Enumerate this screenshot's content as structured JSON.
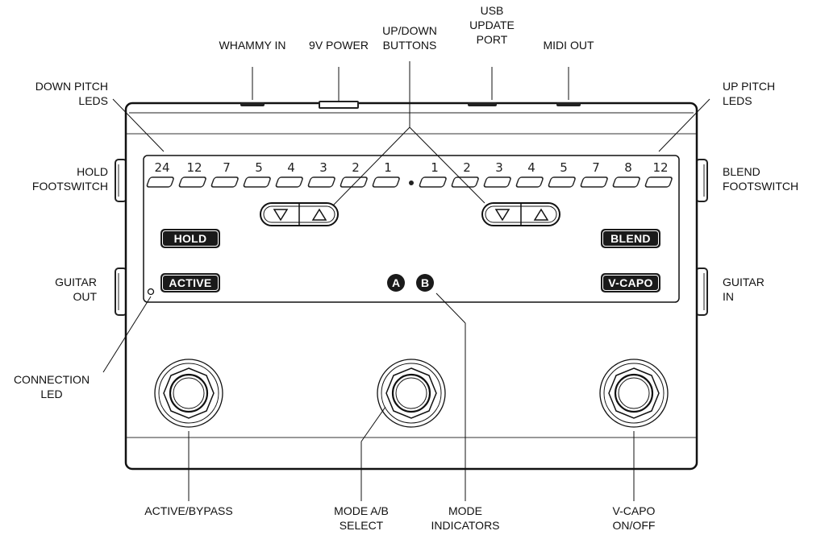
{
  "callouts": {
    "whammy_in": "WHAMMY IN",
    "power_9v": "9V POWER",
    "up_down_buttons": "UP/DOWN\nBUTTONS",
    "usb_update_port": "USB\nUPDATE\nPORT",
    "midi_out": "MIDI OUT",
    "down_pitch_leds": "DOWN PITCH\nLEDS",
    "up_pitch_leds": "UP PITCH\nLEDS",
    "hold_footswitch": "HOLD\nFOOTSWITCH",
    "blend_footswitch": "BLEND\nFOOTSWITCH",
    "guitar_out": "GUITAR\nOUT",
    "guitar_in": "GUITAR\nIN",
    "connection_led": "CONNECTION\nLED",
    "active_bypass": "ACTIVE/BYPASS",
    "mode_ab_select": "MODE A/B\nSELECT",
    "mode_indicators": "MODE\nINDICATORS",
    "v_capo_on_off": "V-CAPO\nON/OFF"
  },
  "down_led_labels": [
    "24",
    "12",
    "7",
    "5",
    "4",
    "3",
    "2",
    "1"
  ],
  "up_led_labels": [
    "1",
    "2",
    "3",
    "4",
    "5",
    "7",
    "8",
    "12"
  ],
  "switch_labels": {
    "hold": "HOLD",
    "active": "ACTIVE",
    "blend": "BLEND",
    "v_capo": "V-CAPO"
  },
  "mode_indicators": [
    "A",
    "B"
  ],
  "icons": {
    "down_button": "triangle-down-icon",
    "up_button": "triangle-up-icon"
  }
}
